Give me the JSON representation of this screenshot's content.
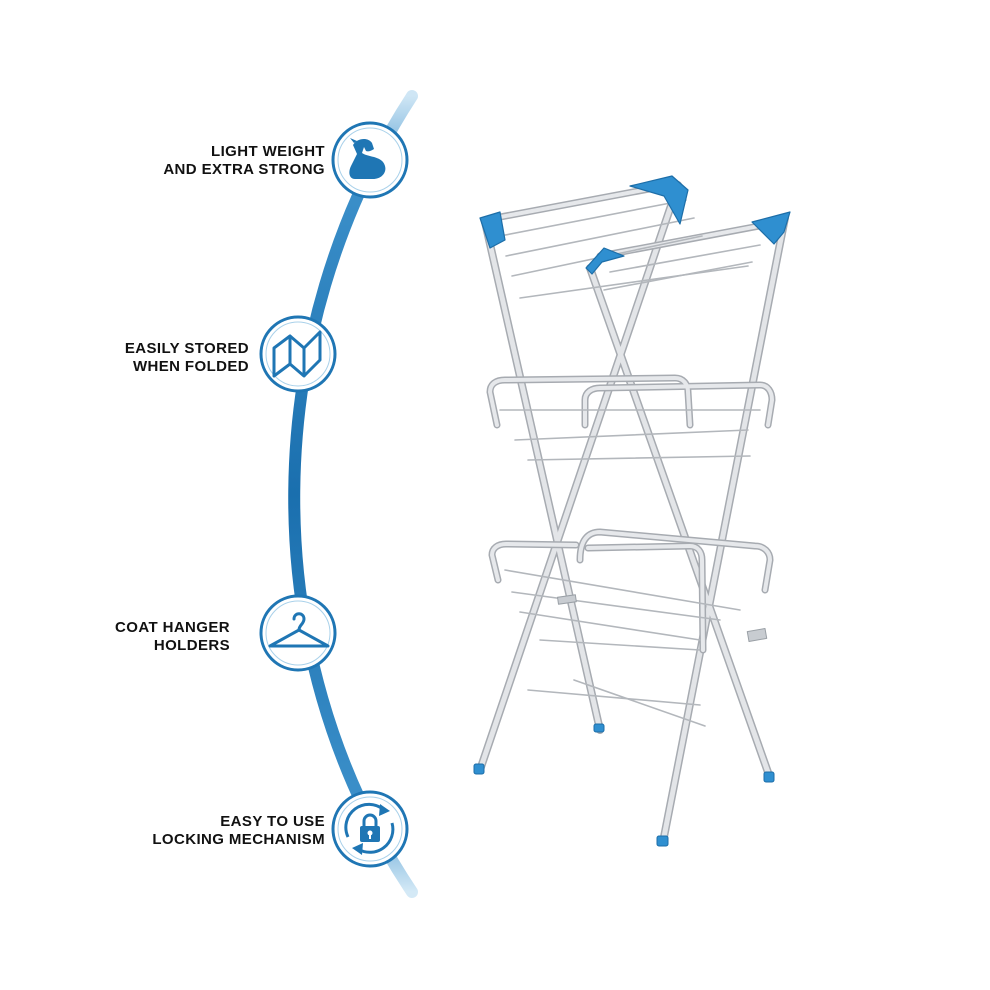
{
  "colors": {
    "accent": "#1f76b4",
    "accent_light": "#a9d1ea",
    "frame": "#e3e5e8",
    "frame_edge": "#a7abb1",
    "plastic_blue": "#2f8fd0"
  },
  "features": [
    {
      "id": "strength",
      "icon": "flexed-arm-icon",
      "lines": [
        "LIGHT WEIGHT",
        "AND EXTRA STRONG"
      ]
    },
    {
      "id": "storage",
      "icon": "folding-panels-icon",
      "lines": [
        "EASILY STORED",
        "WHEN FOLDED"
      ]
    },
    {
      "id": "hanger",
      "icon": "coat-hanger-icon",
      "lines": [
        "COAT HANGER",
        "HOLDERS"
      ]
    },
    {
      "id": "locking",
      "icon": "lock-rotate-icon",
      "lines": [
        "EASY TO USE",
        "LOCKING MECHANISM"
      ]
    }
  ],
  "product": {
    "icon": "clothes-airer-image"
  }
}
